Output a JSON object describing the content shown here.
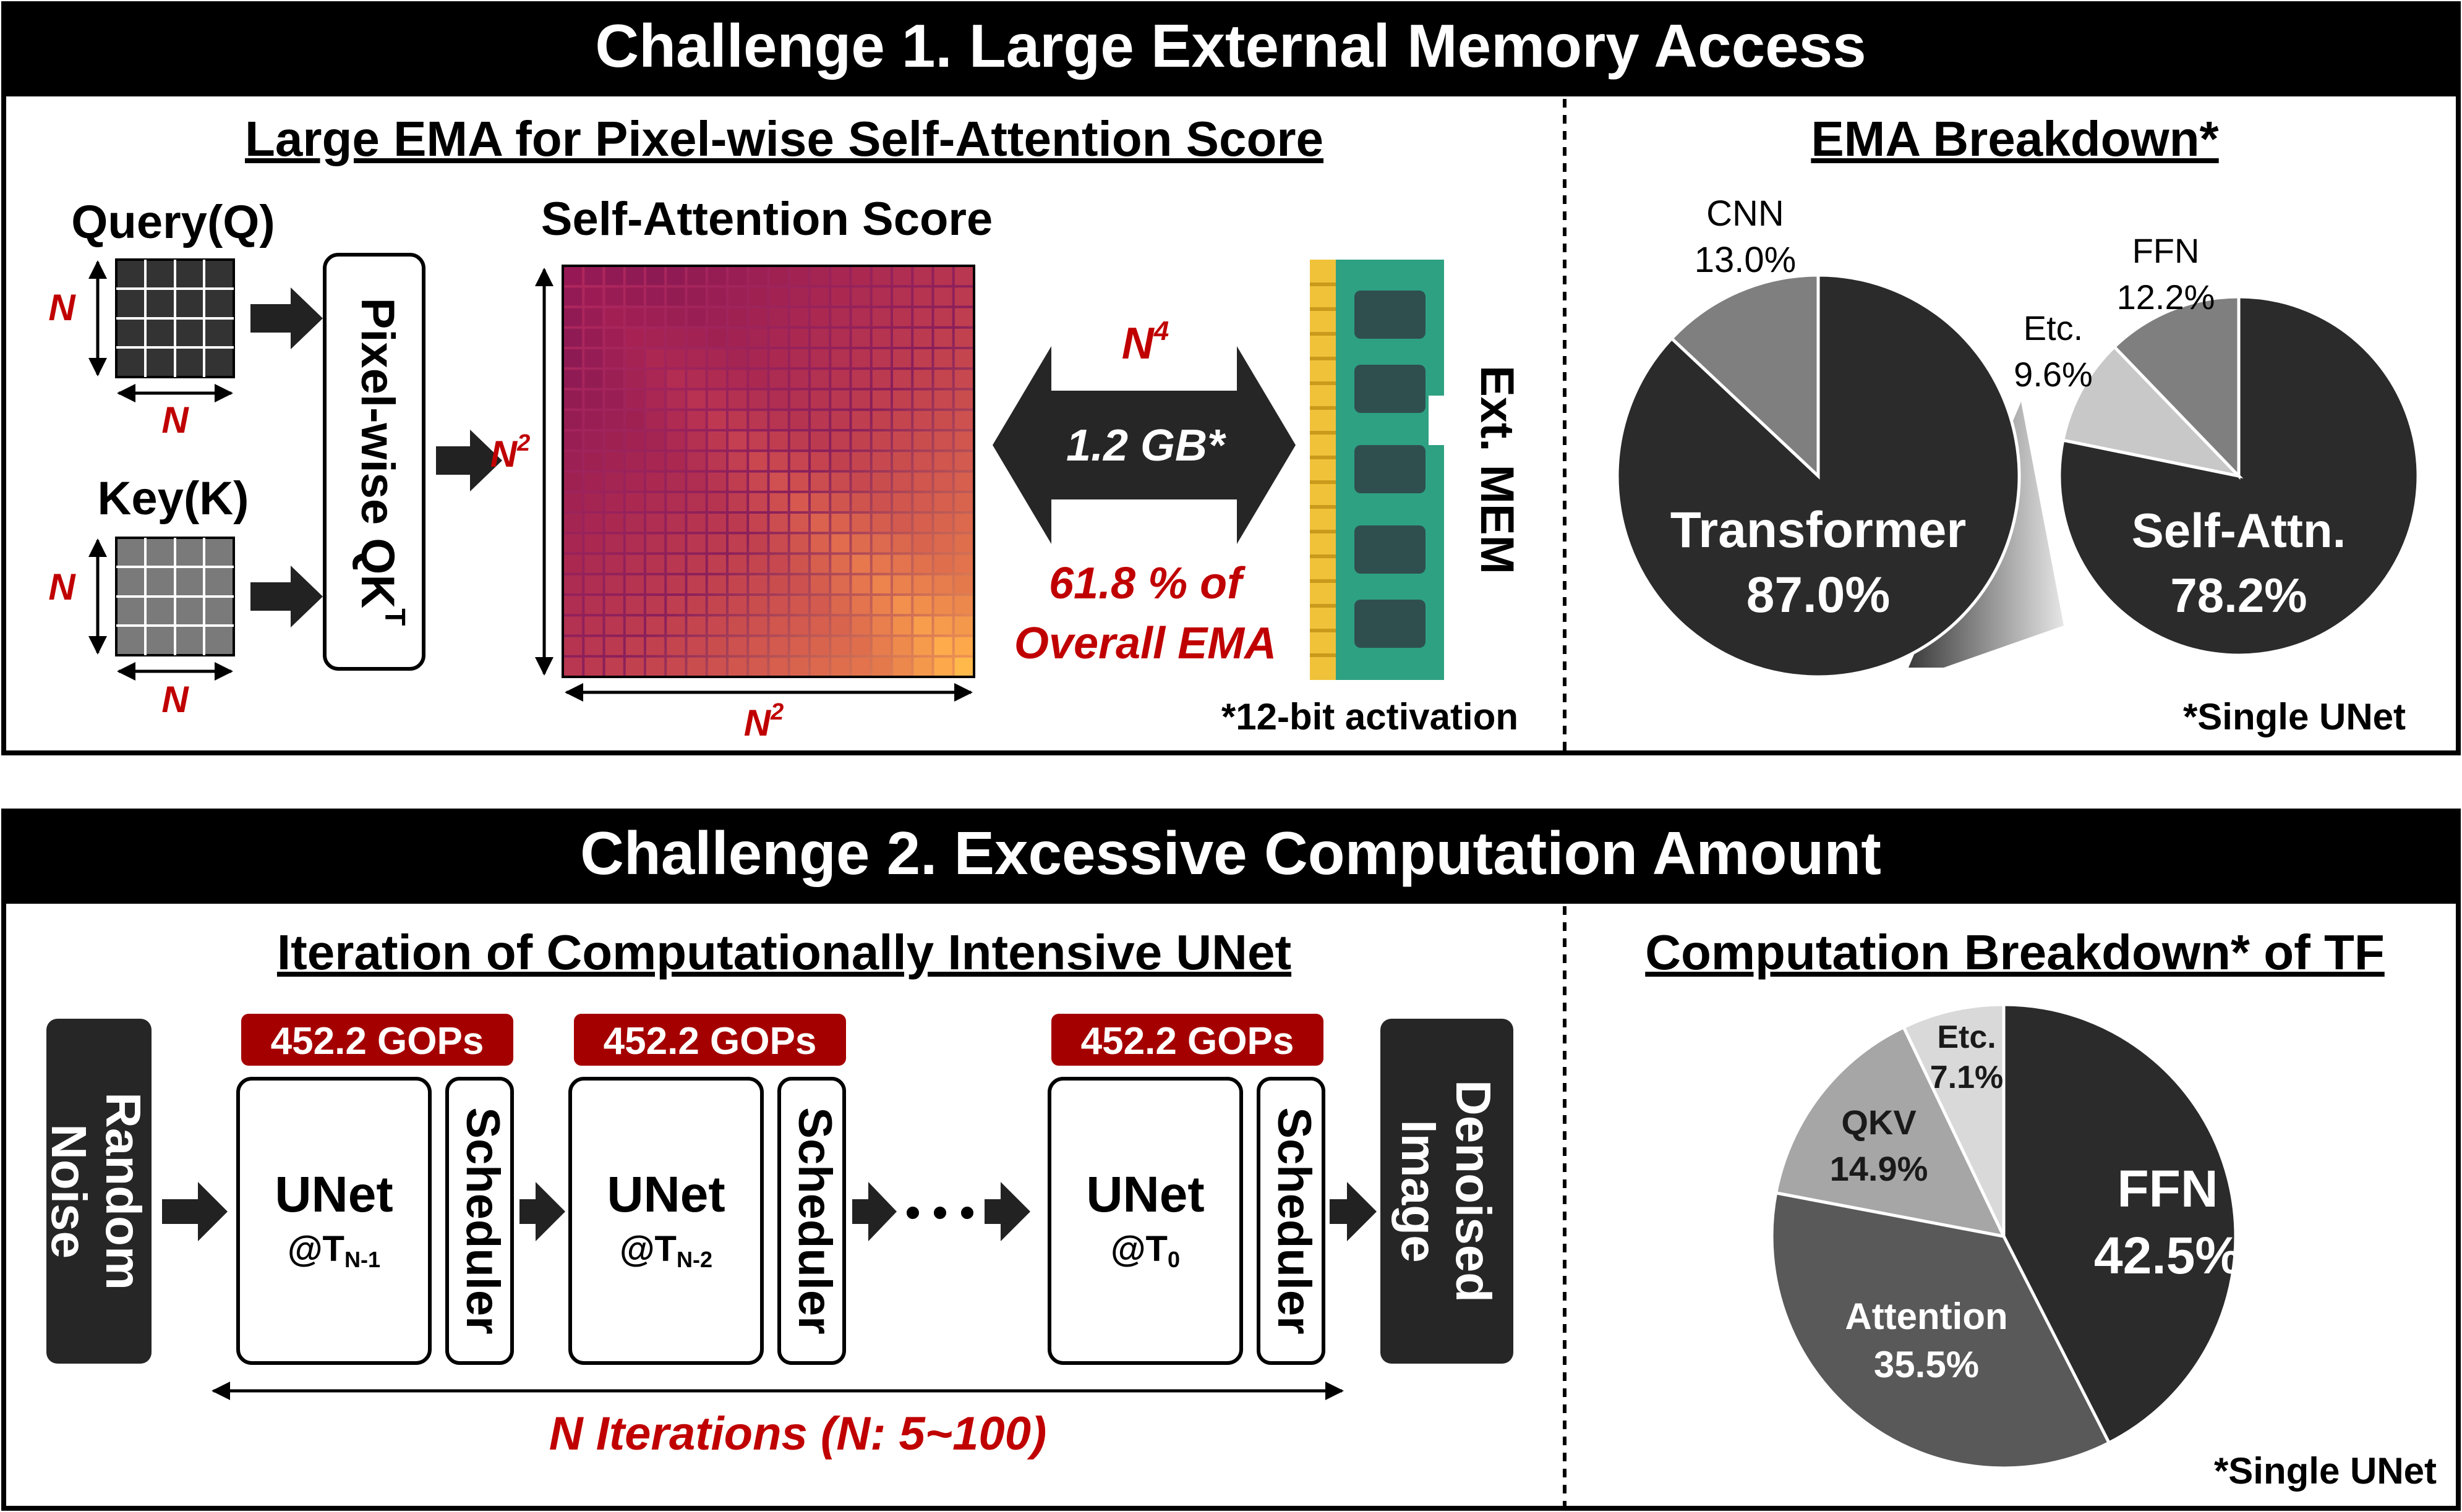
{
  "challenge1": {
    "header": "Challenge 1. Large External Memory Access",
    "left_title": "Large EMA for Pixel-wise Self-Attention Score",
    "query_label": "Query(Q)",
    "key_label": "Key(K)",
    "dim_n": "N",
    "dim_n2": "N",
    "superscript_2": "2",
    "qk_box": "Pixel-wise QK",
    "qk_superscript": "T",
    "score_title": "Self-Attention Score",
    "arrow_top": "N",
    "arrow_top_sup": "4",
    "arrow_value": "1.2 GB*",
    "arrow_pct_line1": "61.8 % of",
    "arrow_pct_line2": "Overall EMA",
    "ext_mem": "Ext. MEM",
    "footnote": "*12-bit activation",
    "right_title": "EMA Breakdown*",
    "right_footnote": "*Single UNet",
    "pie_main": {
      "slices": [
        {
          "label": "Transformer",
          "value": "87.0%",
          "pct": 87.0,
          "color": "#2b2b2b"
        },
        {
          "label": "CNN",
          "value": "13.0%",
          "pct": 13.0,
          "color": "#7f7f7f"
        }
      ]
    },
    "pie_detail": {
      "slices": [
        {
          "label": "Self-Attn.",
          "value": "78.2%",
          "pct": 78.2,
          "color": "#2b2b2b"
        },
        {
          "label": "Etc.",
          "value": "9.6%",
          "pct": 9.6,
          "color": "#c8c8c8"
        },
        {
          "label": "FFN",
          "value": "12.2%",
          "pct": 12.2,
          "color": "#7f7f7f"
        }
      ]
    }
  },
  "challenge2": {
    "header": "Challenge 2. Excessive Computation Amount",
    "left_title": "Iteration of Computationally Intensive UNet",
    "random_noise_line1": "Random",
    "random_noise_line2": "Noise",
    "denoised_line1": "Denoised",
    "denoised_line2": "Image",
    "gops": "452.2 GOPs",
    "unet": "UNet",
    "scheduler": "Scheduler",
    "steps": [
      {
        "prefix": "@T",
        "sub": "N-1"
      },
      {
        "prefix": "@T",
        "sub": "N-2"
      },
      {
        "prefix": "@T",
        "sub": "0"
      }
    ],
    "ellipsis": "• • •",
    "iterations": "N Iterations (N: 5~100)",
    "right_title": "Computation Breakdown* of TF",
    "right_footnote": "*Single UNet",
    "pie": {
      "slices": [
        {
          "label": "FFN",
          "value": "42.5%",
          "pct": 42.5,
          "color": "#2b2b2b"
        },
        {
          "label": "Attention",
          "value": "35.5%",
          "pct": 35.5,
          "color": "#595959"
        },
        {
          "label": "QKV",
          "value": "14.9%",
          "pct": 14.9,
          "color": "#a6a6a6"
        },
        {
          "label": "Etc.",
          "value": "7.1%",
          "pct": 7.1,
          "color": "#d9d9d9"
        }
      ]
    }
  },
  "colors": {
    "red": "#c00000",
    "dark": "#000000",
    "ram_green": "#2ea183",
    "ram_gold": "#f0c23a",
    "chip": "#2f4f4f"
  }
}
